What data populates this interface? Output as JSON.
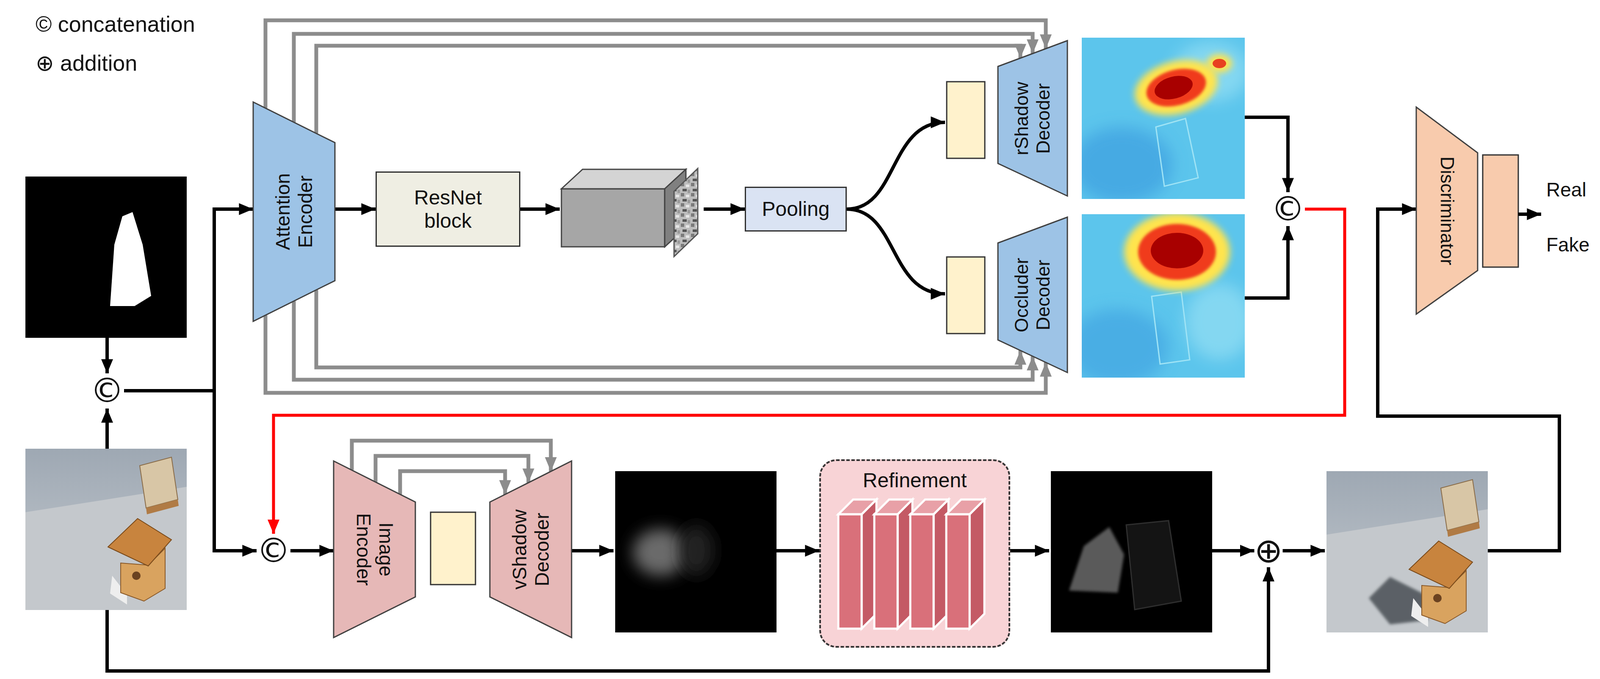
{
  "diagram": {
    "nodes": [
      {
        "text": [
          "Attention Encoder"
        ]
      },
      {
        "text": [
          "ResNet block"
        ]
      },
      {
        "text": [
          "Pooling"
        ]
      },
      {
        "text": [
          "rShadow Decoder"
        ]
      },
      {
        "text": [
          "Occluder Decoder"
        ]
      },
      {
        "text": [
          "©"
        ]
      },
      {
        "text": [
          "Discriminator"
        ]
      },
      {
        "text": [
          "©"
        ]
      },
      {
        "text": [
          "©"
        ]
      },
      {
        "text": [
          "Image Encoder"
        ]
      },
      {
        "text": [
          "vShadow Decoder"
        ]
      },
      {
        "text": [
          "Refinement"
        ]
      },
      {
        "text": [
          "⊕"
        ]
      }
    ],
    "edges": [
      {
        "from": 7,
        "to": 0,
        "arrow": "to"
      },
      {
        "from": 7,
        "to": 8,
        "arrow": "to"
      },
      {
        "from": 0,
        "to": 1,
        "arrow": "to"
      },
      {
        "from": 1,
        "to": 2,
        "arrow": "to"
      },
      {
        "from": 2,
        "to": 3,
        "arrow": "to"
      },
      {
        "from": 2,
        "to": 4,
        "arrow": "to"
      },
      {
        "from": 0,
        "to": 3,
        "arrow": "to"
      },
      {
        "from": 0,
        "to": 4,
        "arrow": "to"
      },
      {
        "from": 3,
        "to": 5,
        "arrow": "to"
      },
      {
        "from": 4,
        "to": 5,
        "arrow": "to"
      },
      {
        "from": 5,
        "to": 8,
        "arrow": "to"
      },
      {
        "from": 8,
        "to": 9,
        "arrow": "to"
      },
      {
        "from": 9,
        "to": 10,
        "arrow": "to"
      },
      {
        "from": 10,
        "to": 11,
        "arrow": "to"
      },
      {
        "from": 11,
        "to": 12,
        "arrow": "to"
      },
      {
        "from": 12,
        "to": 6,
        "arrow": "to"
      }
    ],
    "labels": [
      "Real",
      "Fake"
    ],
    "legend": [
      {
        "text": "© concatenation"
      },
      {
        "text": "⊕ addition"
      }
    ]
  }
}
